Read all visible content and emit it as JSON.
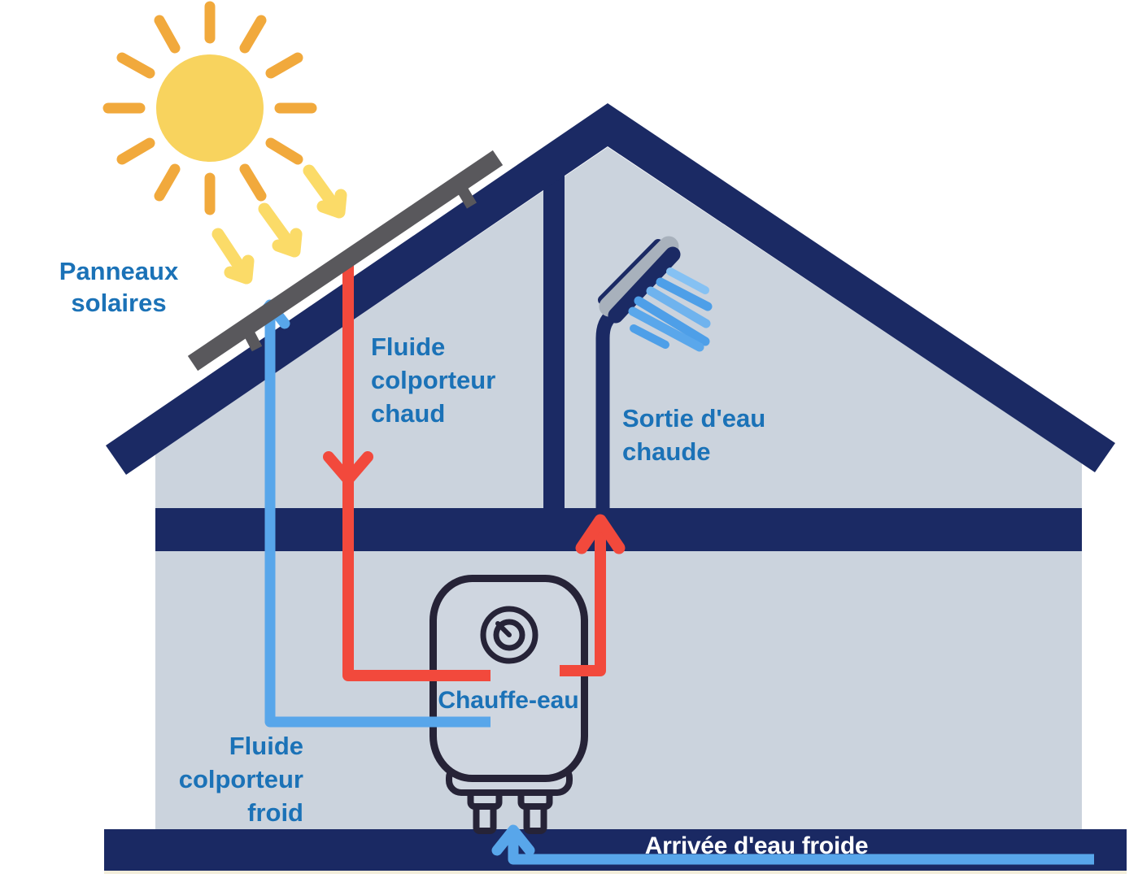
{
  "diagram": {
    "type": "solar-water-heater-schematic",
    "elements": [
      "sun-icon",
      "sunlight-arrows",
      "solar-panel",
      "roof",
      "ceiling-beam",
      "partition-wall",
      "floor-slab",
      "shower-icon",
      "water-heater-icon",
      "hot-fluid-pipe",
      "hot-water-pipe",
      "cold-fluid-pipe",
      "cold-water-inlet-pipe"
    ]
  },
  "labels": {
    "solar_panels": {
      "lines": [
        "Panneaux",
        "solaires"
      ]
    },
    "hot_fluid": {
      "lines": [
        "Fluide",
        "colporteur",
        "chaud"
      ]
    },
    "hot_water_outlet": {
      "lines": [
        "Sortie d'eau",
        "chaude"
      ]
    },
    "water_heater": {
      "text": "Chauffe-eau"
    },
    "cold_fluid": {
      "lines": [
        "Fluide",
        "colporteur",
        "froid"
      ]
    },
    "cold_water_inlet": {
      "text": "Arrivée d'eau froide"
    }
  },
  "colors": {
    "structure_navy": "#1B2A64",
    "floor_navy": "#1A2963",
    "interior_gray": "#CBD3DD",
    "heater_fill": "#CFD6E0",
    "heater_outline": "#262337",
    "label_blue": "#1B72B7",
    "hot_red": "#F2493C",
    "cold_blue": "#58A6EA",
    "spray_blue_light": "#85C1F3",
    "sun_disc": "#F8D35E",
    "sun_rays": "#F1A93C",
    "sun_arrows": "#FBDB68",
    "panel_gray": "#59585C",
    "shower_head_gray": "#A8B1BC",
    "baseline_cream": "#F2EDDA",
    "floor_label_white": "#FFFFFF"
  }
}
